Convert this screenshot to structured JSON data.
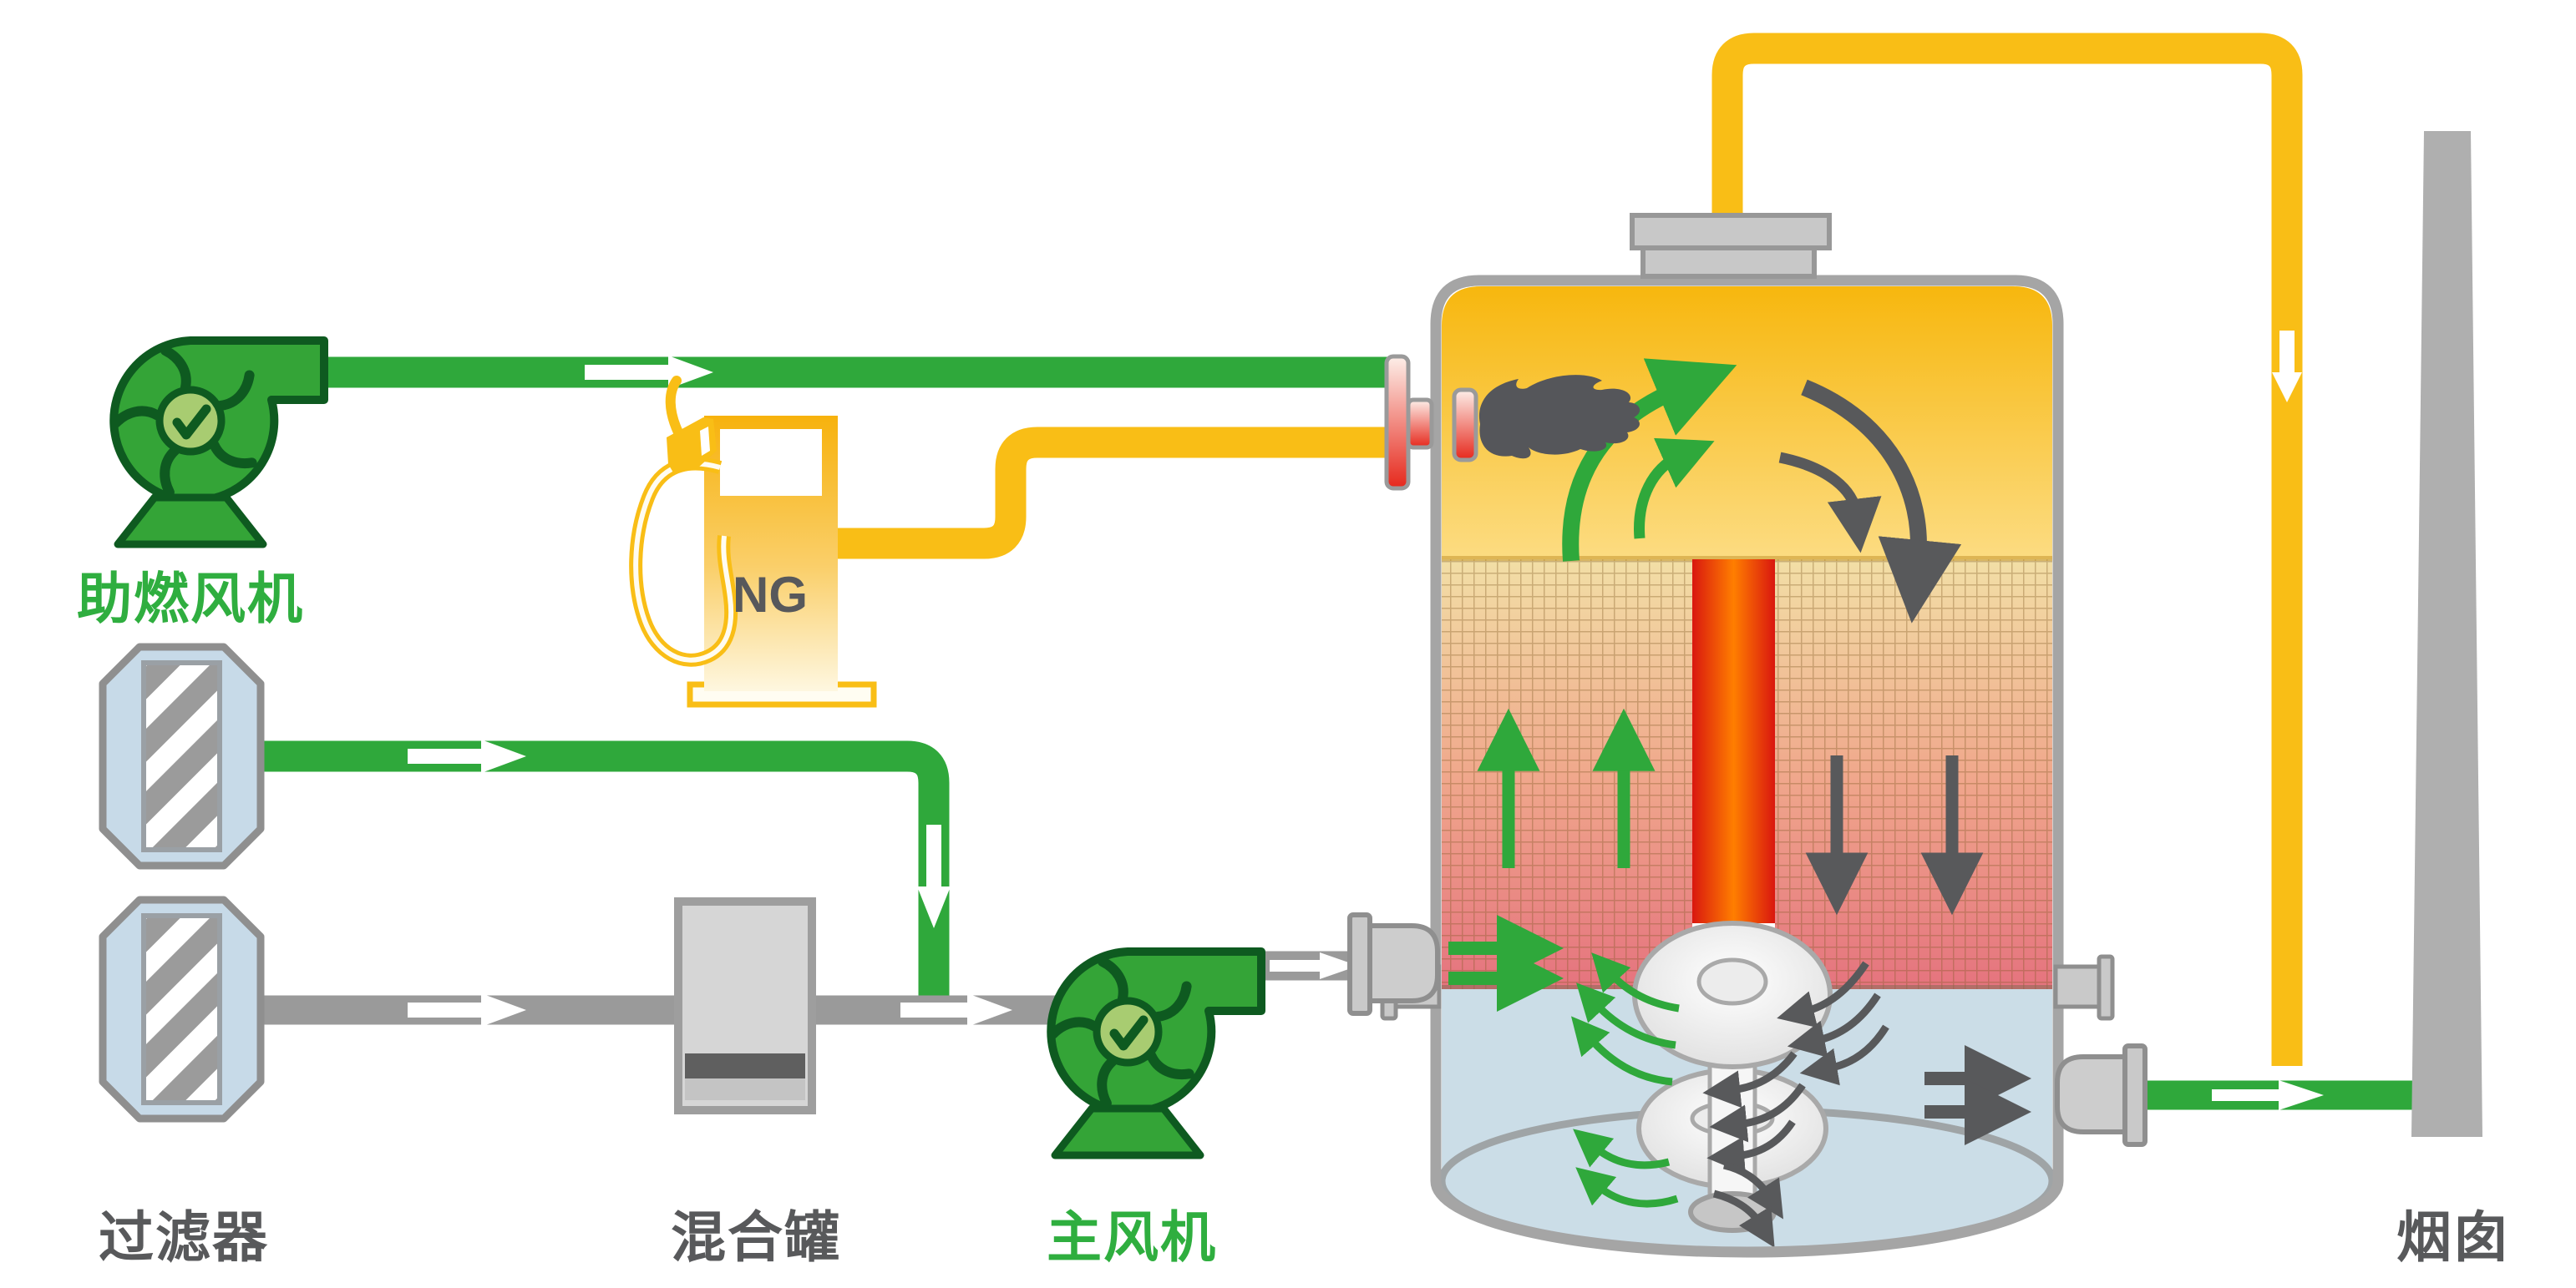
{
  "diagram": {
    "type": "process-flow-diagram",
    "subject": "regenerative thermal oxidizer / flue-gas scrubbing system",
    "labels": {
      "aux_fan": "助燃风机",
      "filter": "过滤器",
      "mixing_tank": "混合罐",
      "main_fan": "主风机",
      "chimney": "烟囱",
      "fuel": "NG"
    },
    "colors": {
      "clean_air_green": "#2FA83B",
      "dark_green_outline": "#0E5A20",
      "fan_hub_green": "#A8CC71",
      "fuel_yellow": "#F9BE16",
      "raw_gas_gray": "#9A9A9A",
      "combustion_amber_top": "#F7B70E",
      "combustion_amber_bottom": "#FCDC82",
      "packing_tan": "#F2DFA6",
      "packing_rose": "#E5737E",
      "hot_core_red": "#D9170F",
      "hot_core_orange": "#FF7E00",
      "flame_dark_gray": "#55565A",
      "quench_blue": "#CBDDE7",
      "equipment_gray": "#C9C9C9",
      "vessel_wall_gray": "#A5A5A5",
      "chimney_gray": "#AFAFAF",
      "label_green": "#2FAE3F",
      "label_gray": "#58595B"
    },
    "components": [
      {
        "id": "aux_fan",
        "kind": "centrifugal blower",
        "status_icon": "check-mark"
      },
      {
        "id": "ng_pump",
        "kind": "natural-gas fuel dispenser",
        "text": "NG"
      },
      {
        "id": "filter_1",
        "kind": "inlet filter"
      },
      {
        "id": "filter_2",
        "kind": "inlet filter"
      },
      {
        "id": "mixing_tank",
        "kind": "mixing vessel"
      },
      {
        "id": "main_fan",
        "kind": "centrifugal blower",
        "status_icon": "check-mark"
      },
      {
        "id": "reactor",
        "kind": "combustion / scrubbing column",
        "zones": [
          "combustion freeboard with burner flame",
          "packed heat-exchange bed with hot core duct",
          "quench-spray section with distributor plates"
        ]
      },
      {
        "id": "chimney",
        "kind": "exhaust stack"
      }
    ],
    "flows": [
      {
        "from": "aux_fan",
        "to": "burner",
        "color": "green",
        "arrow": "white-right"
      },
      {
        "from": "ng_pump",
        "to": "burner",
        "color": "yellow"
      },
      {
        "from": "filter_1",
        "to": "raw_gas_line",
        "color": "green",
        "arrows": [
          "white-right",
          "white-down"
        ]
      },
      {
        "from": "filter_2",
        "to": "mixing_tank",
        "color": "gray",
        "arrow": "white-right"
      },
      {
        "from": "mixing_tank",
        "to": "main_fan",
        "color": "gray",
        "arrow": "white-right"
      },
      {
        "from": "main_fan",
        "to": "reactor_lower_inlet",
        "color": "gray",
        "arrow": "white-right"
      },
      {
        "from": "reactor_top",
        "to": "stack_line_bypass",
        "color": "yellow",
        "arrow": "white-down"
      },
      {
        "from": "reactor_outlet",
        "to": "chimney",
        "color": "green",
        "arrow": "white-right"
      },
      {
        "inside_reactor": [
          "green up-curl arrows",
          "dark down-curl arrows",
          "green up arrows in bed",
          "dark down arrows in bed",
          "green spray arrows",
          "dark swirl arrows",
          "dark double arrows to outlet",
          "green double arrows at inlet"
        ]
      }
    ]
  }
}
